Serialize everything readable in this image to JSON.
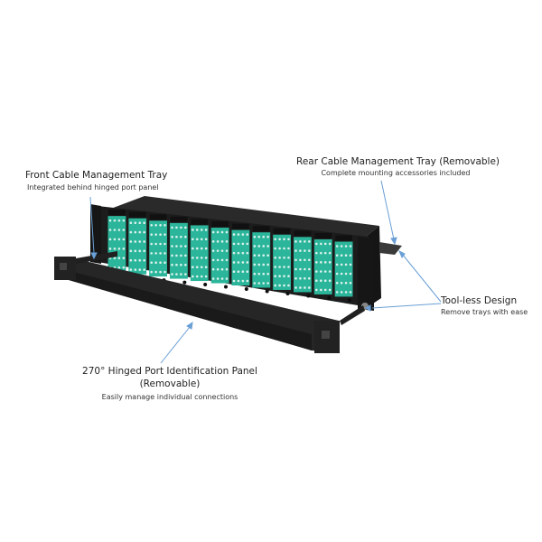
{
  "image": {
    "subject": "Rack-mount fiber patch panel with 12 MTP/LC cassettes",
    "background": "#ffffff",
    "port_color": "#2bb59a",
    "chassis_color": "#1e1e1e",
    "arrow_color": "#6a9fd6"
  },
  "callouts": [
    {
      "id": "front-tray",
      "title": "Front Cable Management Tray",
      "subtitle": "Integrated behind hinged port panel"
    },
    {
      "id": "rear-tray",
      "title": "Rear Cable Management Tray (Removable)",
      "subtitle": "Complete mounting accessories included"
    },
    {
      "id": "tool-less",
      "title": "Tool-less Design",
      "subtitle": "Remove trays with ease"
    },
    {
      "id": "hinged-panel",
      "title_line1": "270° Hinged Port Identification Panel",
      "title_line2": "(Removable)",
      "subtitle": "Easily manage individual connections"
    }
  ],
  "cassettes": {
    "count": 12,
    "rows": 6,
    "cols": 4
  }
}
